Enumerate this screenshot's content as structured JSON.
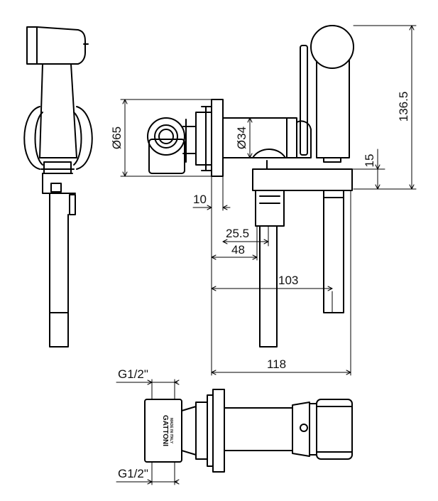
{
  "dimensions": {
    "d65": "Ø65",
    "d34": "Ø34",
    "h136": "136.5",
    "h15": "15",
    "w10": "10",
    "w25": "25.5",
    "w48": "48",
    "w103": "103",
    "w118": "118",
    "g_top": "G1/2\"",
    "g_bottom": "G1/2\""
  },
  "brand": {
    "logo": "GATTONI",
    "origin": "MADE IN ITALY"
  }
}
